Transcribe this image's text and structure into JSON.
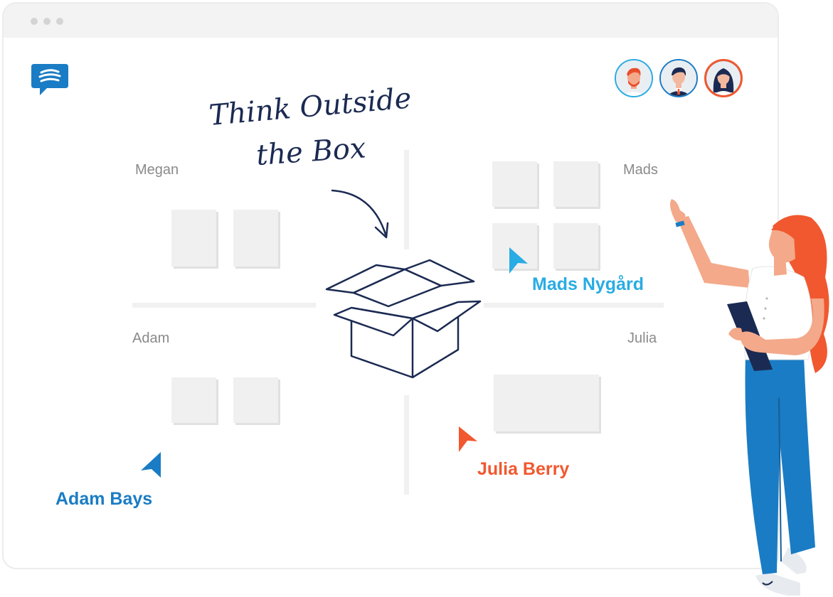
{
  "headline": {
    "line1": "Think Outside",
    "line2": "the Box"
  },
  "quadrants": {
    "top_left": "Megan",
    "top_right": "Mads",
    "bottom_left": "Adam",
    "bottom_right": "Julia"
  },
  "cursors": [
    {
      "name": "Mads Nygård",
      "color": "#29ace3"
    },
    {
      "name": "Julia Berry",
      "color": "#f1582f"
    },
    {
      "name": "Adam Bays",
      "color": "#1a7cc4"
    }
  ],
  "participants": [
    {
      "icon": "avatar-man-red-hair",
      "ring_color": "#29ace3"
    },
    {
      "icon": "avatar-man-suit",
      "ring_color": "#1a7cc4"
    },
    {
      "icon": "avatar-woman",
      "ring_color": "#f1582f"
    }
  ],
  "colors": {
    "brand_blue": "#1a7cc4",
    "navy": "#1b2a52",
    "sticky": "#f0f0f0"
  }
}
